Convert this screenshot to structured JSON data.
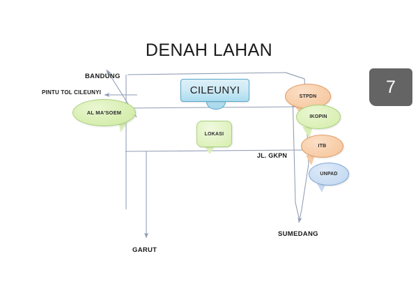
{
  "slide": {
    "title": "DENAH LAHAN",
    "page_number": "7",
    "background_color": "#ffffff"
  },
  "map": {
    "direction_labels": [
      {
        "id": "bandung",
        "text": "BANDUNG"
      },
      {
        "id": "pintu",
        "text": "PINTU TOL CILEUNYI"
      },
      {
        "id": "jlgkpn",
        "text": "JL. GKPN"
      },
      {
        "id": "garut",
        "text": "GARUT"
      },
      {
        "id": "sumedang",
        "text": "SUMEDANG"
      }
    ],
    "callouts": [
      {
        "id": "cileunyi",
        "text": "CILEUNYI",
        "shape": "rounded-rect",
        "color": "#aadcef"
      },
      {
        "id": "almasoem",
        "text": "AL MA'SOEM",
        "shape": "oval",
        "color": "#d9efb4"
      },
      {
        "id": "lokasi",
        "text": "LOKASI",
        "shape": "rounded-rect",
        "color": "#e2f3c4"
      },
      {
        "id": "stpdn",
        "text": "STPDN",
        "shape": "oval",
        "color": "#f8cfab"
      },
      {
        "id": "ikopin",
        "text": "IKOPIN",
        "shape": "oval",
        "color": "#ddf1bb"
      },
      {
        "id": "itb",
        "text": "ITB",
        "shape": "oval",
        "color": "#f8cfab"
      },
      {
        "id": "unpad",
        "text": "UNPAD",
        "shape": "oval",
        "color": "#ccdff4"
      }
    ],
    "road_color": "#8e9bb3"
  }
}
